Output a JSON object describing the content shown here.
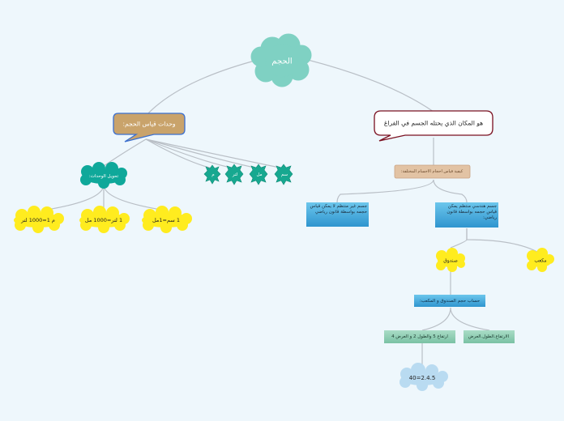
{
  "root": {
    "label": "الحجم",
    "color": "#7fd1c3"
  },
  "definition": {
    "label": "هو المكان الذي يحتله الجسم في الفراغ",
    "border": "#7a1020"
  },
  "units": {
    "label": "وحدات قياس الحجم:",
    "color": "#c9a36b",
    "border": "#3a6fd0",
    "items": [
      "سم",
      "مل",
      "لتر",
      "م"
    ],
    "conversion": {
      "label": "تحويل الوحدات:",
      "items": [
        "1 سم=1مل",
        "1 لتر=1000 مل",
        "م 1=1000 لتر"
      ]
    }
  },
  "methods": {
    "label": "كيفية قياس احجام الاجسام المختلفة:",
    "regular": {
      "label": "جسم هندسي منتظم يمكن قياس حجمه بواسطة قانون رياضي:",
      "shapes": [
        "صندوق",
        "مكعب"
      ],
      "calc": {
        "label": "حساب حجم الصندوق و المكعب:",
        "formulas": [
          "الارتفاع.الطول.العرض",
          "ارتفاع 5 والطول 2 و العرض 4"
        ],
        "result": "40=2.4.5"
      }
    },
    "irregular": {
      "label": "جسم غير منتظم لا يمكن قياس حجمه بواسطة قانون رياضي"
    }
  }
}
